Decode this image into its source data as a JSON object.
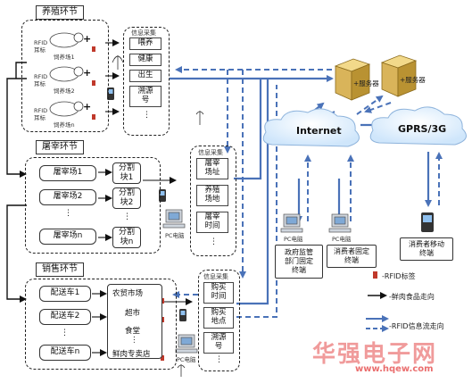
{
  "sections": {
    "breeding": {
      "title": "养殖环节",
      "farms": [
        {
          "tag": "RFID\n耳标",
          "name": "饲养场1"
        },
        {
          "tag": "RFID\n耳标",
          "name": "饲养场2"
        },
        {
          "tag": "RFID\n耳标",
          "name": "饲养场n"
        }
      ],
      "info_title": "信息采集",
      "info_items": [
        "喂养",
        "健康",
        "出生",
        "溯源\n号",
        "⋮"
      ]
    },
    "slaughter": {
      "title": "屠宰环节",
      "houses": [
        "屠宰场1",
        "屠宰场2",
        "⋮",
        "屠宰场n"
      ],
      "blocks": [
        "分割\n块1",
        "分割\n块2",
        "⋮",
        "分割\n块n"
      ],
      "info_title": "信息采集",
      "info_items": [
        "屠宰\n场址",
        "养殖\n场地",
        "屠宰\n时间",
        "⋮"
      ],
      "pc_label": "PC电脑"
    },
    "sales": {
      "title": "销售环节",
      "vehicles": [
        "配送车1",
        "配送车2",
        "⋮",
        "配送车n"
      ],
      "outlets": [
        "农贸市场",
        "超市",
        "食堂",
        "⋮",
        "鲜肉专卖店"
      ],
      "info_title": "信息采集",
      "info_items": [
        "购买\n时间",
        "购买\n地点",
        "溯源\n号",
        "⋮"
      ],
      "pc_label": "PC电脑"
    }
  },
  "network": {
    "server1": "服务器",
    "server2": "服务器",
    "internet": "Internet",
    "gprs": "GPRS/3G",
    "gov_pc_label": "PC电脑",
    "consumer_pc_label": "PC电脑",
    "gov_terminal": "政府监管\n部门固定\n终端",
    "consumer_fixed": "消费者固定\n终端",
    "consumer_mobile": "消费者移动\n终端"
  },
  "legend": {
    "rfid": "-RFID标签",
    "meat_flow": "-鲜肉食品走向",
    "info_flow": "-RFID信息流走向"
  },
  "watermark": {
    "main": "华强电子网",
    "sub": "www.hqew.com"
  }
}
